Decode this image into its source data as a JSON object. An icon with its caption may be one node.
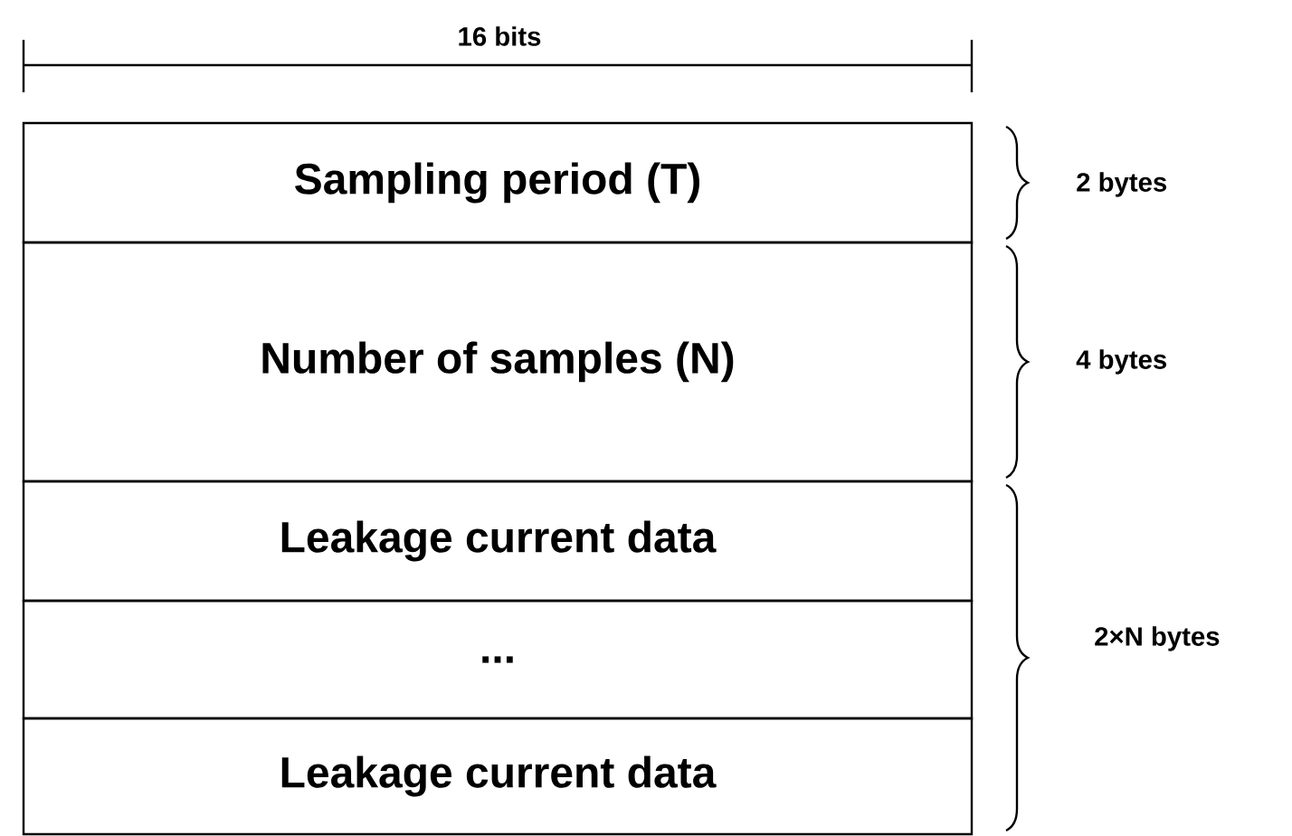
{
  "diagram": {
    "nodes": [
      {
        "text": [
          "Sampling period (T)"
        ]
      },
      {
        "text": [
          "Number of samples (N)"
        ]
      },
      {
        "text": [
          "Leakage current data"
        ]
      },
      {
        "text": [
          "..."
        ]
      },
      {
        "text": [
          "Leakage current data"
        ]
      }
    ],
    "labels": [
      "16 bits",
      "2 bytes",
      "4 bytes",
      "2×N bytes"
    ]
  }
}
